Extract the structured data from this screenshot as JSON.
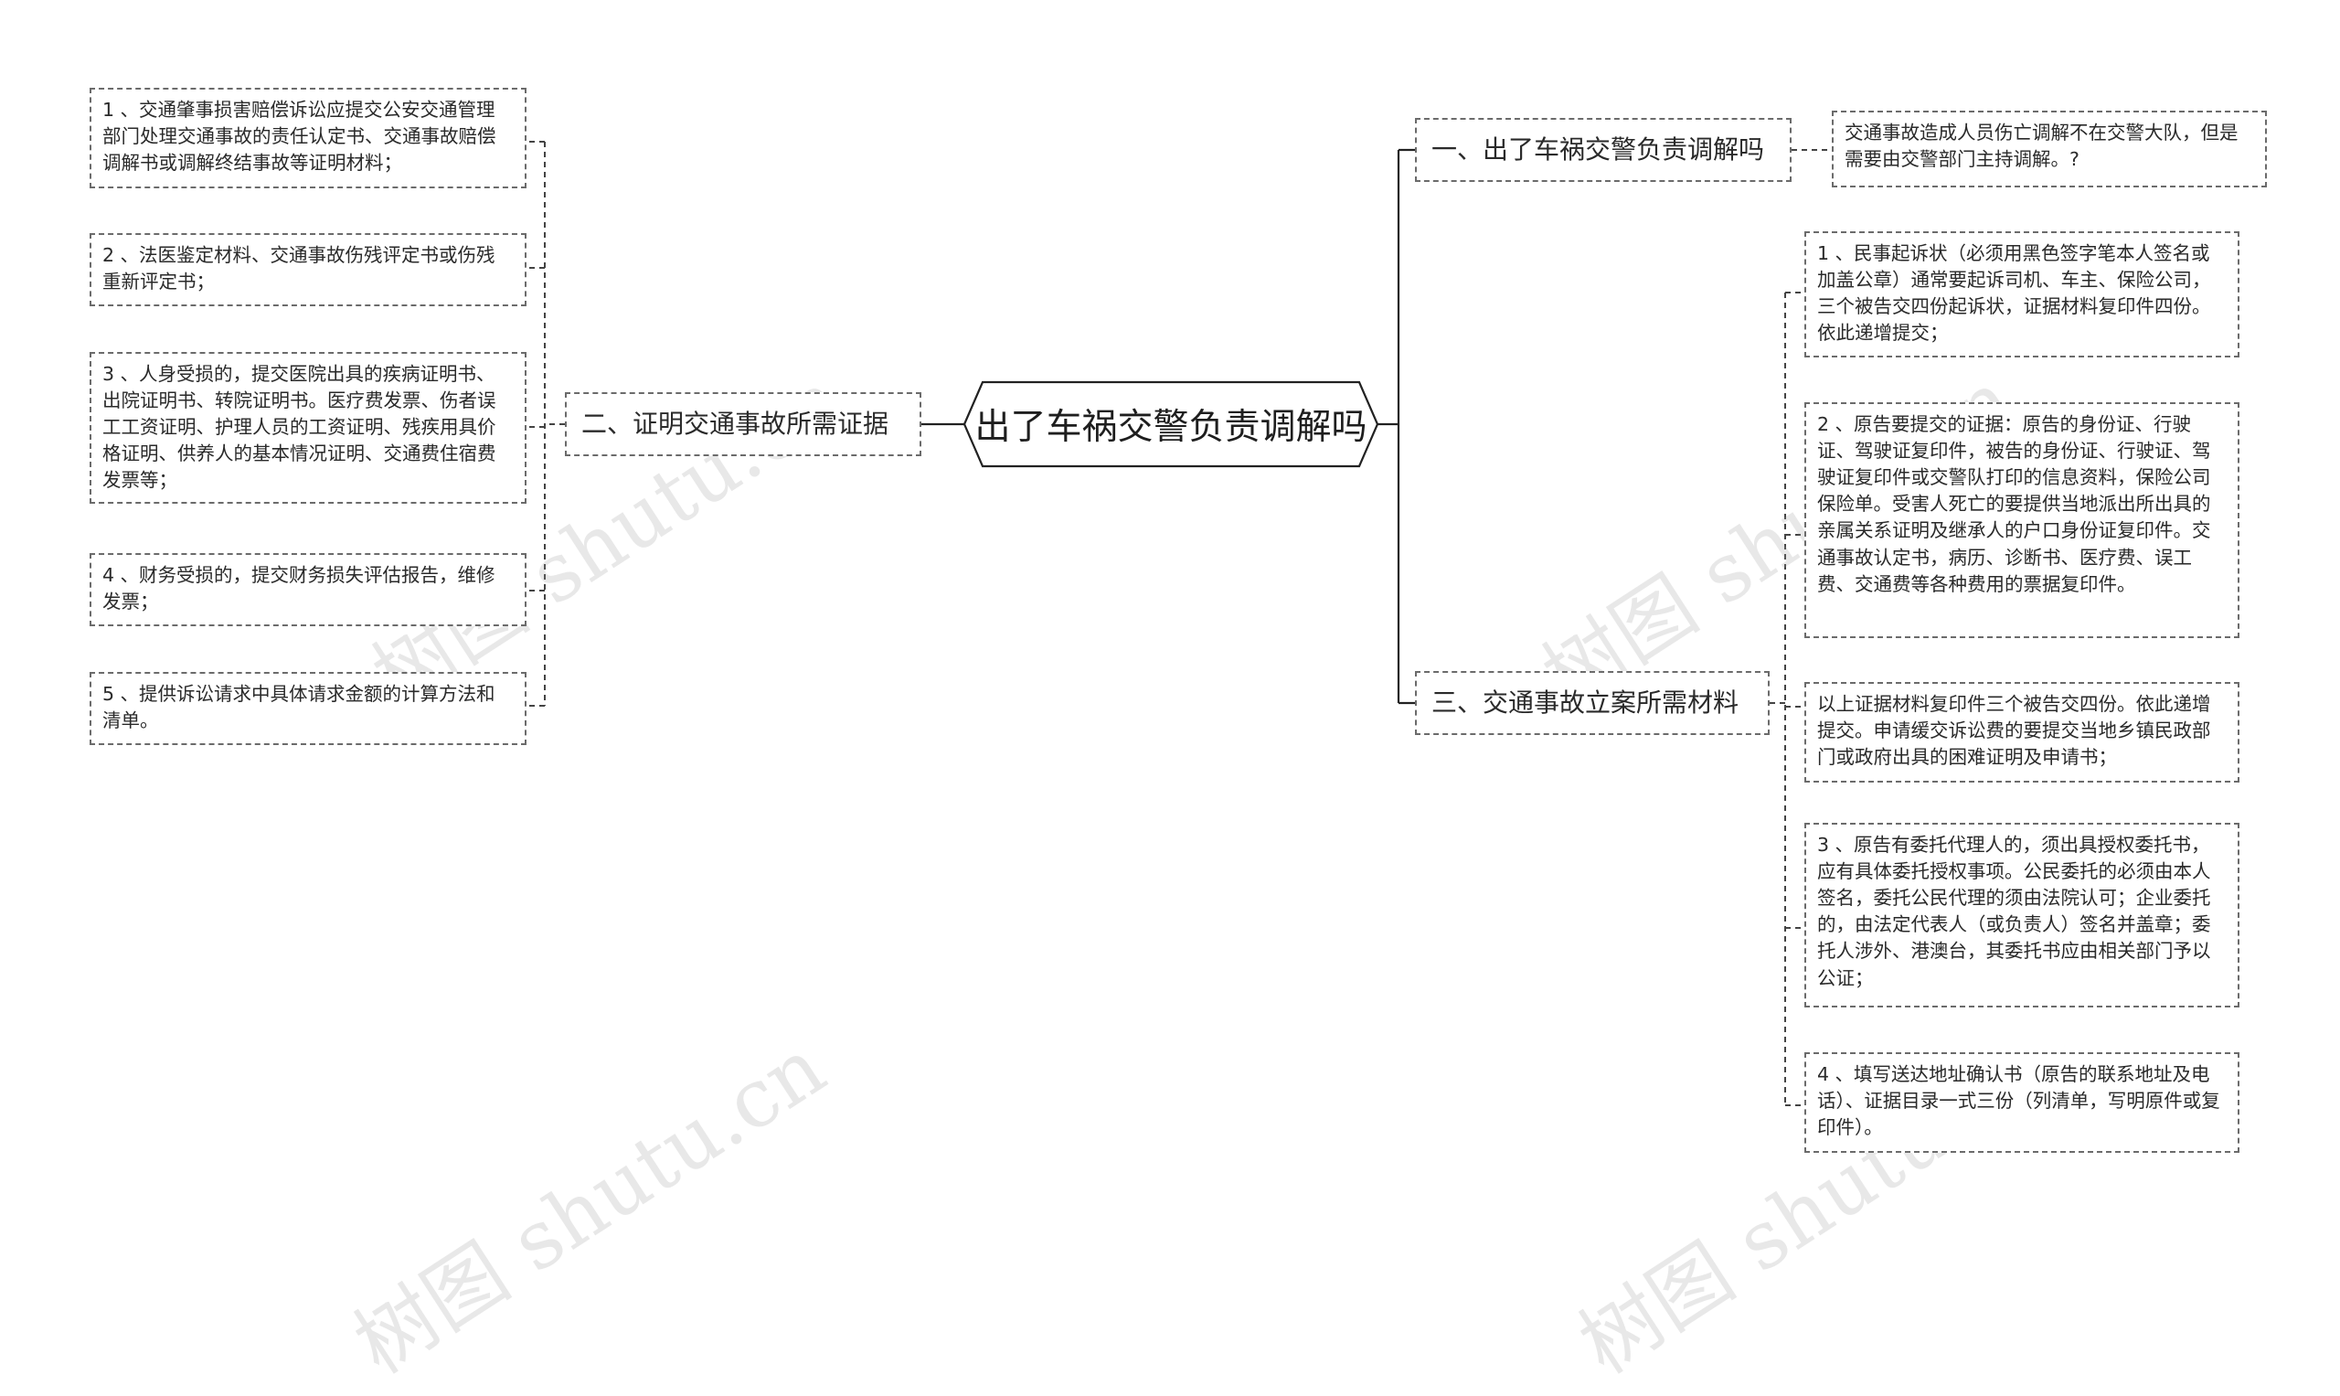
{
  "root": {
    "title": "出了车祸交警负责调解吗"
  },
  "branches": {
    "b1": {
      "label": "一、出了车祸交警负责调解吗",
      "items": [
        "交通事故造成人员伤亡调解不在交警大队，但是需要由交警部门主持调解。?"
      ]
    },
    "b2": {
      "label": "二、证明交通事故所需证据",
      "items": [
        "1 、交通肇事损害赔偿诉讼应提交公安交通管理部门处理交通事故的责任认定书、交通事故赔偿调解书或调解终结事故等证明材料；",
        "2 、法医鉴定材料、交通事故伤残评定书或伤残重新评定书；",
        "3 、人身受损的，提交医院出具的疾病证明书、出院证明书、转院证明书。医疗费发票、伤者误工工资证明、护理人员的工资证明、残疾用具价格证明、供养人的基本情况证明、交通费住宿费发票等；",
        "4 、财务受损的，提交财务损失评估报告，维修发票；",
        "5 、提供诉讼请求中具体请求金额的计算方法和清单。"
      ]
    },
    "b3": {
      "label": "三、交通事故立案所需材料",
      "items": [
        "1 、民事起诉状（必须用黑色签字笔本人签名或加盖公章）通常要起诉司机、车主、保险公司，三个被告交四份起诉状，证据材料复印件四份。依此递增提交；",
        "2 、原告要提交的证据：原告的身份证、行驶证、驾驶证复印件，被告的身份证、行驶证、驾驶证复印件或交警队打印的信息资料，保险公司保险单。受害人死亡的要提供当地派出所出具的亲属关系证明及继承人的户口身份证复印件。交通事故认定书，病历、诊断书、医疗费、误工费、交通费等各种费用的票据复印件。",
        "以上证据材料复印件三个被告交四份。依此递增提交。申请缓交诉讼费的要提交当地乡镇民政部门或政府出具的困难证明及申请书；",
        "3 、原告有委托代理人的，须出具授权委托书，应有具体委托授权事项。公民委托的必须由本人签名，委托公民代理的须由法院认可；企业委托的，由法定代表人（或负责人）签名并盖章；委托人涉外、港澳台，其委托书应由相关部门予以公证；",
        "4 、填写送达地址确认书（原告的联系地址及电话）、证据目录一式三份（列清单，写明原件或复印件）。"
      ]
    }
  },
  "watermark": {
    "text": "树图 shutu.cn"
  }
}
